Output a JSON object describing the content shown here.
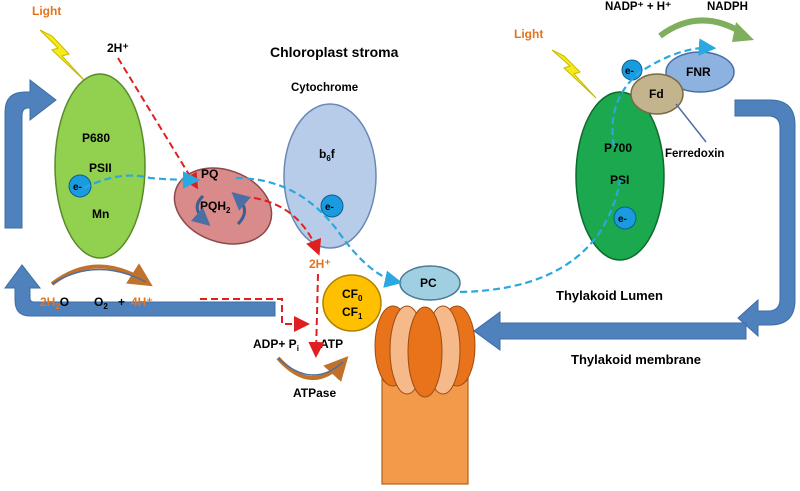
{
  "labels": {
    "light_left": "Light",
    "light_right": "Light",
    "two_h_top": "2H⁺",
    "stroma": "Chloroplast stroma",
    "cytochrome": "Cytochrome",
    "b6f_main": "b",
    "b6f_sub": "6",
    "b6f_tail": "f",
    "p680": "P680",
    "psii": "PSII",
    "mn": "Mn",
    "pq": "PQ",
    "pqh2_main": "PQH",
    "pqh2_sub": "2",
    "electron": "e-",
    "h2o_main": "2H",
    "h2o_sub": "2",
    "h2o_tail": "O",
    "o2_main": "O",
    "o2_sub": "2",
    "plus": "+",
    "four_h": "4H⁺",
    "two_h_lumen": "2H⁺",
    "pc": "PC",
    "cf0_main": "CF",
    "cf0_sub": "0",
    "cf1_main": "CF",
    "cf1_sub": "1",
    "adp_main": "ADP+ P",
    "adp_sub": "i",
    "atp": "ATP",
    "atpase": "ATPase",
    "nadp": "NADP⁺ + H⁺",
    "nadph": "NADPH",
    "fnr": "FNR",
    "fd": "Fd",
    "ferredoxin": "Ferredoxin",
    "p700": "P700",
    "psi": "PSI",
    "lumen": "Thylakoid Lumen",
    "membrane": "Thylakoid membrane"
  },
  "colors": {
    "light_text": "#E4731E",
    "bolt": "#F5EA1B",
    "psii": "#92D050",
    "psi": "#1BA84E",
    "pq": "#D98A8A",
    "cyt": "#B7CCE8",
    "electron": "#1A9BE0",
    "pc": "#9FCFE0",
    "cf": "#FFC000",
    "fnr": "#8EB2E0",
    "fd": "#C4B48E",
    "atpase": "#F29A4A",
    "blue_arrow": "#4F81BD",
    "red_dash": "#E02020",
    "cyan_dash": "#2AA8E0",
    "green_arrow": "#7FAF5E"
  }
}
